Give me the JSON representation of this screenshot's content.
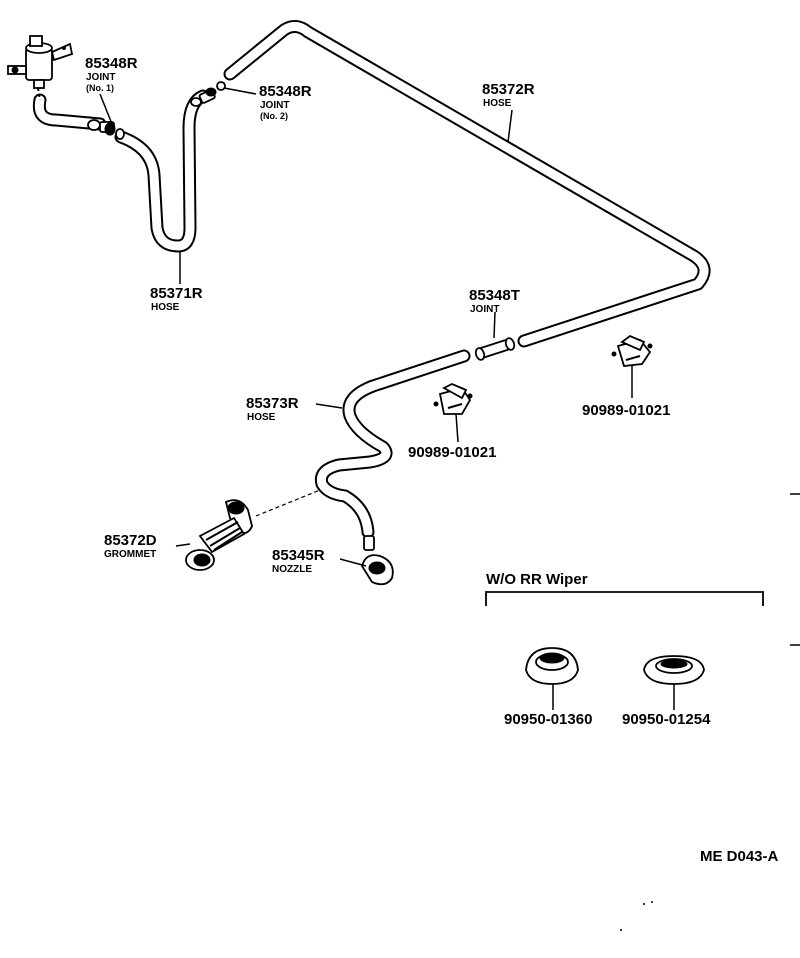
{
  "labels": {
    "joint_no1": {
      "part_no": "85348R",
      "desc": "JOINT",
      "sub": "(No. 1)"
    },
    "joint_no2": {
      "part_no": "85348R",
      "desc": "JOINT",
      "sub": "(No. 2)"
    },
    "hose_85372r": {
      "part_no": "85372R",
      "desc": "HOSE"
    },
    "hose_85371r": {
      "part_no": "85371R",
      "desc": "HOSE"
    },
    "joint_85348t": {
      "part_no": "85348T",
      "desc": "JOINT"
    },
    "clamp_right": {
      "part_no": "90989-01021"
    },
    "hose_85373r": {
      "part_no": "85373R",
      "desc": "HOSE"
    },
    "clamp_center": {
      "part_no": "90989-01021"
    },
    "grommet": {
      "part_no": "85372D",
      "desc": "GROMMET"
    },
    "nozzle": {
      "part_no": "85345R",
      "desc": "NOZZLE"
    },
    "plug_left": {
      "part_no": "90950-01360"
    },
    "plug_right": {
      "part_no": "90950-01254"
    }
  },
  "variant_heading": "W/O RR Wiper",
  "figure_code": "ME D043-A"
}
